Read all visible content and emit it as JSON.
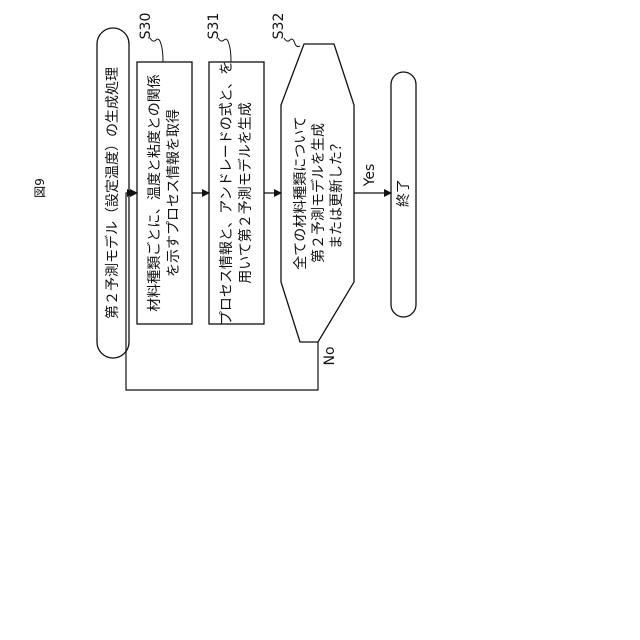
{
  "figure_label": "図9",
  "start_terminal": "第２予測モデル（設定温度）の生成処理",
  "steps": [
    {
      "id": "S30",
      "lines": [
        "材料種類ごとに、温度と粘度との関係",
        "を示すプロセス情報を取得"
      ]
    },
    {
      "id": "S31",
      "lines": [
        "プロセス情報と、アンドレードの式と、を",
        "用いて第２予測モデルを生成"
      ]
    }
  ],
  "decision": {
    "id": "S32",
    "lines": [
      "全ての材料種類について",
      "第２予測モデルを生成",
      "または更新した？"
    ],
    "yes_label": "Yes",
    "no_label": "No"
  },
  "end_terminal": "終了"
}
